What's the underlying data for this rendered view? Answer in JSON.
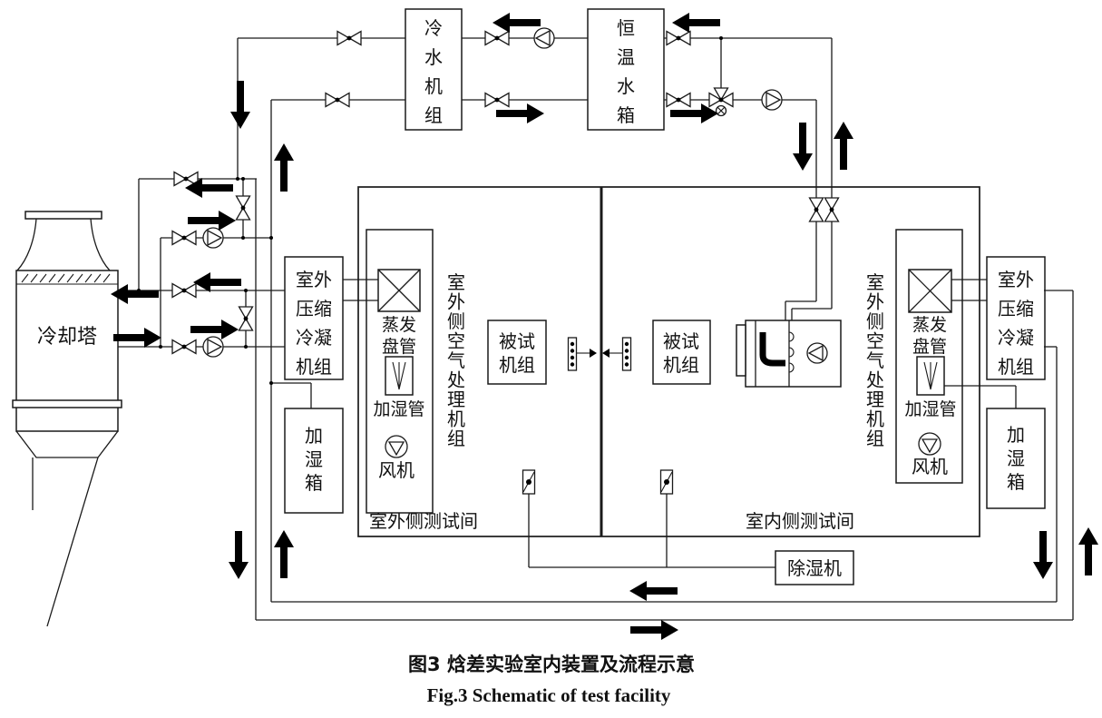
{
  "colors": {
    "line": "#1a1a1a",
    "arrow": "#000000",
    "background": "#ffffff",
    "text": "#111111"
  },
  "labels": {
    "chiller_chars": [
      "冷",
      "水",
      "机",
      "组"
    ],
    "tank_chars": [
      "恒",
      "温",
      "水",
      "箱"
    ],
    "cooling_tower": "冷却塔",
    "condensing_unit_rows": [
      "室外",
      "压缩",
      "冷凝",
      "机组"
    ],
    "evap_coil_rows": [
      "蒸发",
      "盘管"
    ],
    "humidifier_pipe": "加湿管",
    "fan": "风机",
    "humidifier_box_chars": [
      "加",
      "湿",
      "箱"
    ],
    "ahu_chars": [
      "室",
      "外",
      "侧",
      "空",
      "气",
      "处",
      "理",
      "机",
      "组"
    ],
    "test_unit_rows": [
      "被试",
      "机组"
    ],
    "outdoor_room": "室外侧测试间",
    "indoor_room": "室内侧测试间",
    "dehumidifier": "除湿机"
  },
  "icons": {
    "valve": "gate-valve-icon",
    "three_way_valve": "three-way-valve-icon",
    "pump": "pump-icon",
    "fan": "fan-icon",
    "flow_arrow": "flow-arrow-icon",
    "evaporator_coil": "coil-x-icon",
    "air_sampler": "air-sampler-icon",
    "damper_sensor": "damper-sensor-icon"
  },
  "caption": {
    "zh": "图3  焓差实验室内装置及流程示意",
    "en": "Fig.3  Schematic of test facility"
  }
}
